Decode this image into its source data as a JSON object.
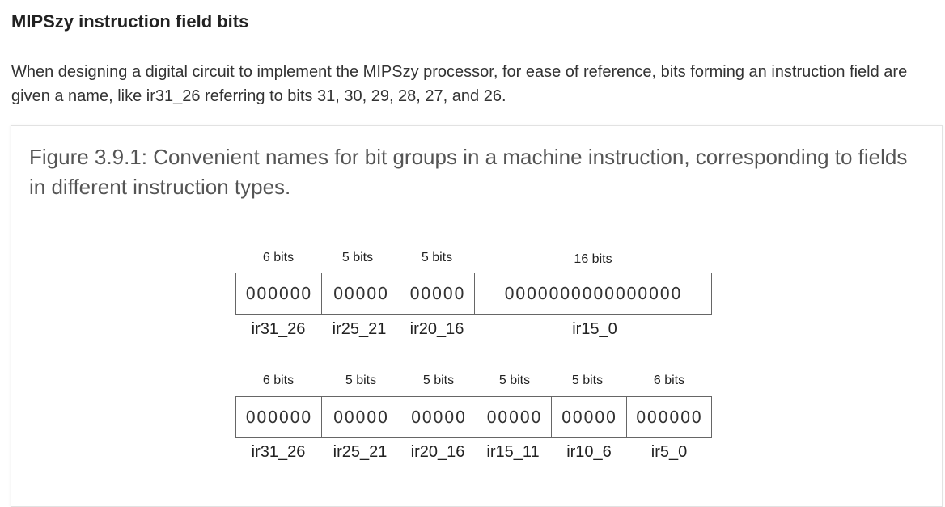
{
  "heading": "MIPSzy instruction field bits",
  "intro": "When designing a digital circuit to implement the MIPSzy processor, for ease of reference, bits forming an instruction field are given a name, like ir31_26 referring to bits 31, 30, 29, 28, 27, and 26.",
  "figure": {
    "caption": "Figure 3.9.1: Convenient names for bit groups in a machine instruction, corresponding to fields in different instruction types.",
    "format1": {
      "fields": [
        {
          "bits": "6 bits",
          "value": "000000",
          "name": "ir31_26"
        },
        {
          "bits": "5 bits",
          "value": "00000",
          "name": "ir25_21"
        },
        {
          "bits": "5 bits",
          "value": "00000",
          "name": "ir20_16"
        },
        {
          "bits": "16 bits",
          "value": "0000000000000000",
          "name": "ir15_0"
        }
      ]
    },
    "format2": {
      "fields": [
        {
          "bits": "6 bits",
          "value": "000000",
          "name": "ir31_26"
        },
        {
          "bits": "5 bits",
          "value": "00000",
          "name": "ir25_21"
        },
        {
          "bits": "5 bits",
          "value": "00000",
          "name": "ir20_16"
        },
        {
          "bits": "5 bits",
          "value": "00000",
          "name": "ir15_11"
        },
        {
          "bits": "5 bits",
          "value": "00000",
          "name": "ir10_6"
        },
        {
          "bits": "6 bits",
          "value": "000000",
          "name": "ir5_0"
        }
      ]
    }
  }
}
